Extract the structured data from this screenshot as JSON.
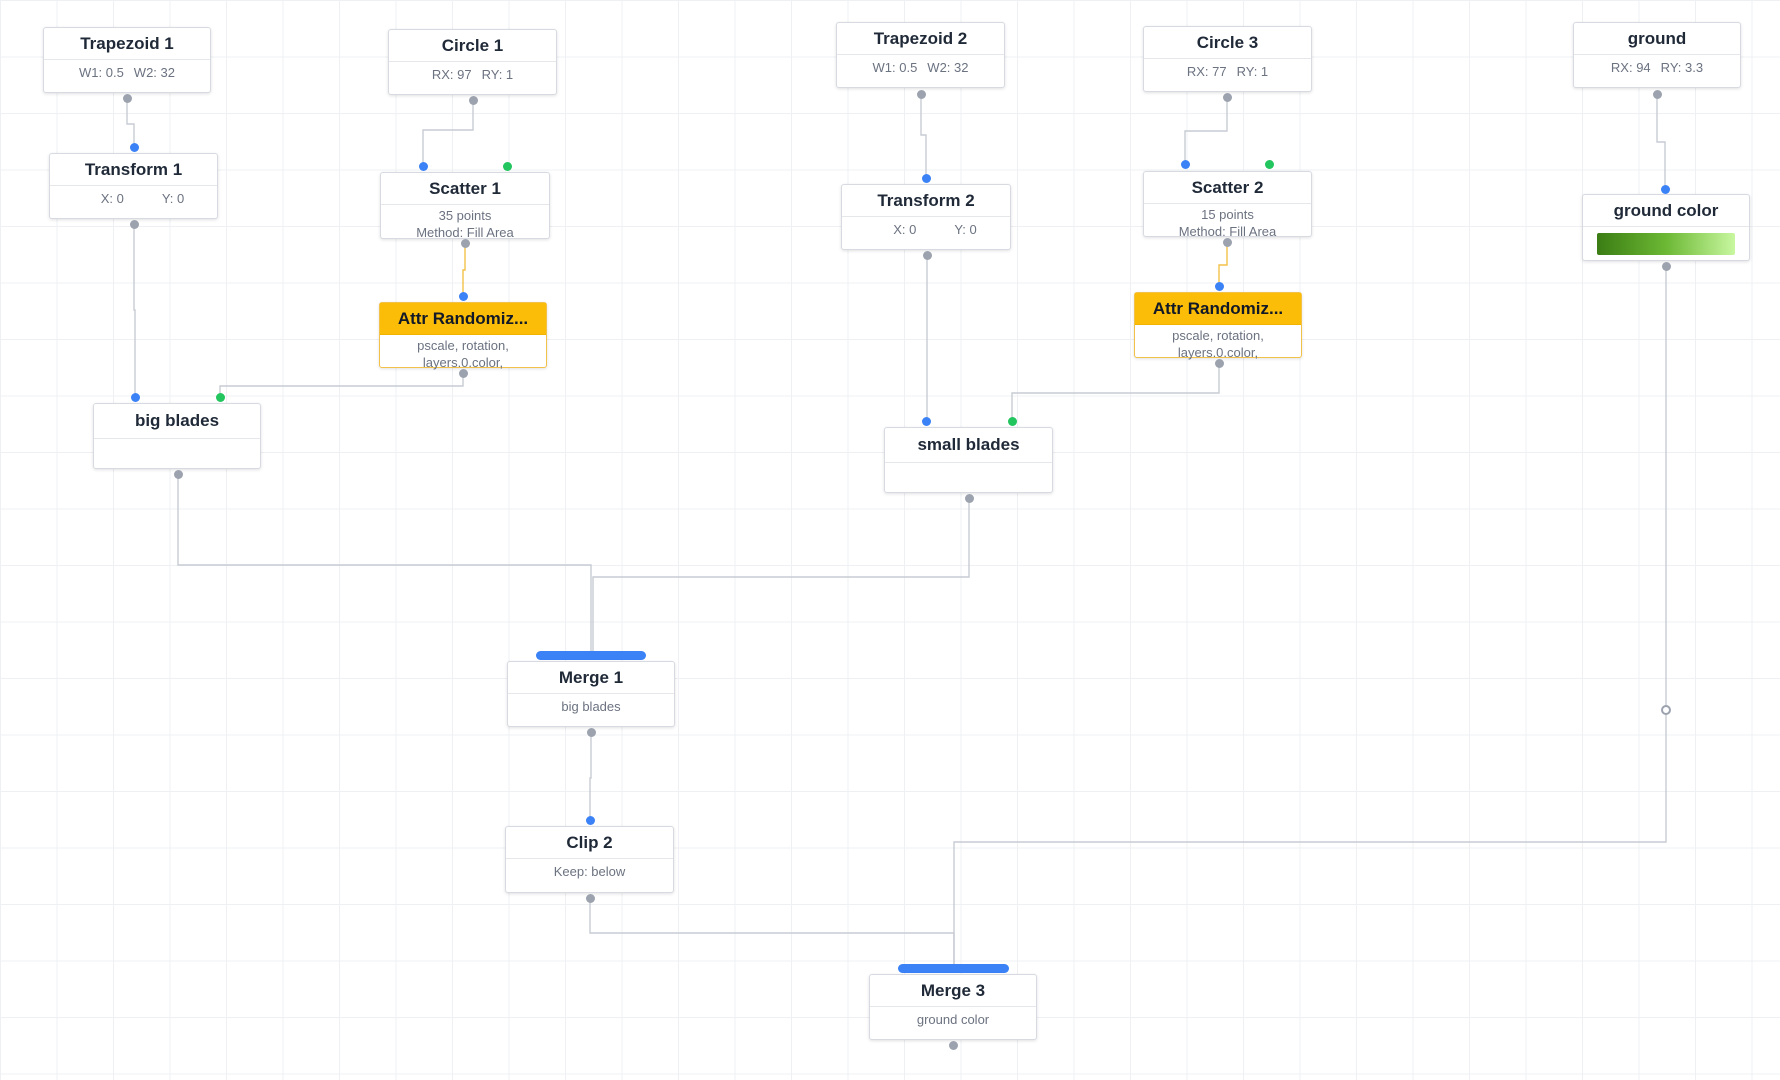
{
  "graph": {
    "nodes": {
      "trapezoid1": {
        "title": "Trapezoid 1",
        "params": [
          "W1: 0.5",
          "W2: 32"
        ]
      },
      "circle1": {
        "title": "Circle 1",
        "params": [
          "RX: 97",
          "RY: 1"
        ]
      },
      "trapezoid2": {
        "title": "Trapezoid 2",
        "params": [
          "W1: 0.5",
          "W2: 32"
        ]
      },
      "circle3": {
        "title": "Circle 3",
        "params": [
          "RX: 77",
          "RY: 1"
        ]
      },
      "ground": {
        "title": "ground",
        "params": [
          "RX: 94",
          "RY: 3.3"
        ]
      },
      "transform1": {
        "title": "Transform 1",
        "params": [
          "X: 0",
          "Y: 0"
        ]
      },
      "scatter1": {
        "title": "Scatter 1",
        "lines": [
          "35 points",
          "Method: Fill Area"
        ]
      },
      "transform2": {
        "title": "Transform 2",
        "params": [
          "X: 0",
          "Y: 0"
        ]
      },
      "scatter2": {
        "title": "Scatter 2",
        "lines": [
          "15 points",
          "Method: Fill Area"
        ]
      },
      "groundcolor": {
        "title": "ground color",
        "gradient_colors": [
          "#3b7d14",
          "#6cb834",
          "#c8f7a0"
        ]
      },
      "attr1": {
        "title": "Attr Randomiz...",
        "lines": [
          "pscale, rotation,",
          "layers.0.color,"
        ]
      },
      "attr2": {
        "title": "Attr Randomiz...",
        "lines": [
          "pscale, rotation,",
          "layers.0.color,"
        ]
      },
      "bigblades": {
        "title": "big blades"
      },
      "smallblades": {
        "title": "small blades"
      },
      "merge1": {
        "title": "Merge 1",
        "sub": "big blades"
      },
      "clip2": {
        "title": "Clip 2",
        "sub": "Keep: below"
      },
      "merge3": {
        "title": "Merge 3",
        "sub": "ground color"
      }
    },
    "colors": {
      "wire": "#c7ccd3",
      "attr_wire": "#f2c14a",
      "port_input": "#3b82f6",
      "port_aux": "#22c55e",
      "port_output": "#9ca3af",
      "attr_header": "#fbbd08"
    }
  }
}
